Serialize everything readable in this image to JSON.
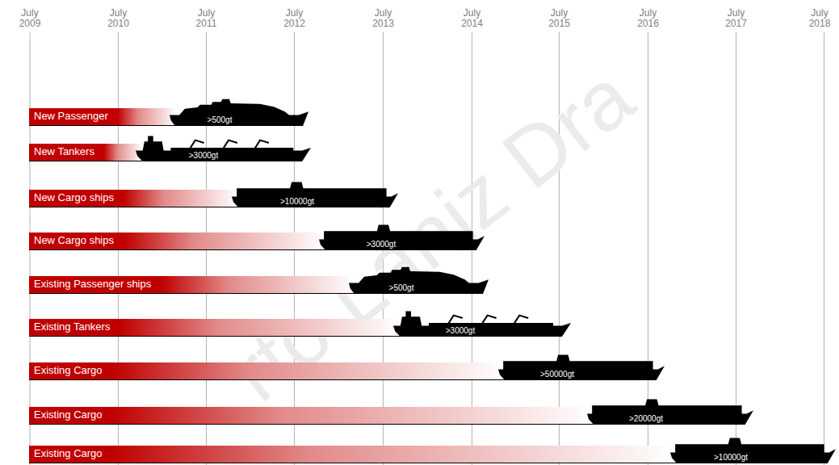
{
  "diagram": {
    "nodes": [
      {
        "text": [
          "New Passenger"
        ]
      },
      {
        "text": [
          ">500gt"
        ]
      },
      {
        "text": [
          "New Tankers"
        ]
      },
      {
        "text": [
          ">3000gt"
        ]
      },
      {
        "text": [
          "New Cargo ships"
        ]
      },
      {
        "text": [
          ">10000gt"
        ]
      },
      {
        "text": [
          "New Cargo ships"
        ]
      },
      {
        "text": [
          ">3000gt"
        ]
      },
      {
        "text": [
          "Existing Passenger ships"
        ]
      },
      {
        "text": [
          ">500gt"
        ]
      },
      {
        "text": [
          "Existing Tankers"
        ]
      },
      {
        "text": [
          ">3000gt"
        ]
      },
      {
        "text": [
          "Existing Cargo"
        ]
      },
      {
        "text": [
          ">50000gt"
        ]
      },
      {
        "text": [
          "Existing Cargo"
        ]
      },
      {
        "text": [
          ">20000gt"
        ]
      },
      {
        "text": [
          "Existing Cargo"
        ]
      },
      {
        "text": [
          ">10000gt"
        ]
      }
    ],
    "labels": [
      "July 2009",
      "July 2010",
      "July 2011",
      "July 2012",
      "July 2013",
      "July 2014",
      "July 2015",
      "July 2016",
      "July 2017",
      "July 2018",
      "rto Lániz Dra"
    ]
  }
}
